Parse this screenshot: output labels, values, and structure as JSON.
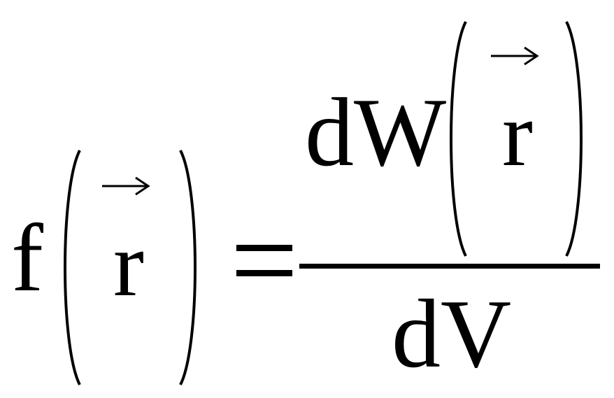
{
  "formula": {
    "lhs": {
      "function": "f",
      "argument": "r"
    },
    "equals": "=",
    "numerator": {
      "differential": "dW",
      "argument": "r"
    },
    "denominator": {
      "differential": "dV"
    },
    "vector_marker": "arrow-accent"
  },
  "colors": {
    "ink": "#000000",
    "background": "#ffffff"
  }
}
